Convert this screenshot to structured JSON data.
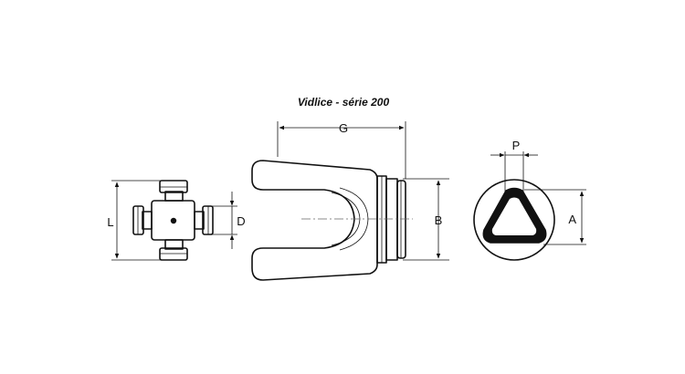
{
  "title": "Vidlice - série 200",
  "labels": {
    "L": "L",
    "D": "D",
    "G": "G",
    "B": "B",
    "P": "P",
    "A": "A"
  },
  "colors": {
    "line": "#111111",
    "background": "#ffffff"
  }
}
